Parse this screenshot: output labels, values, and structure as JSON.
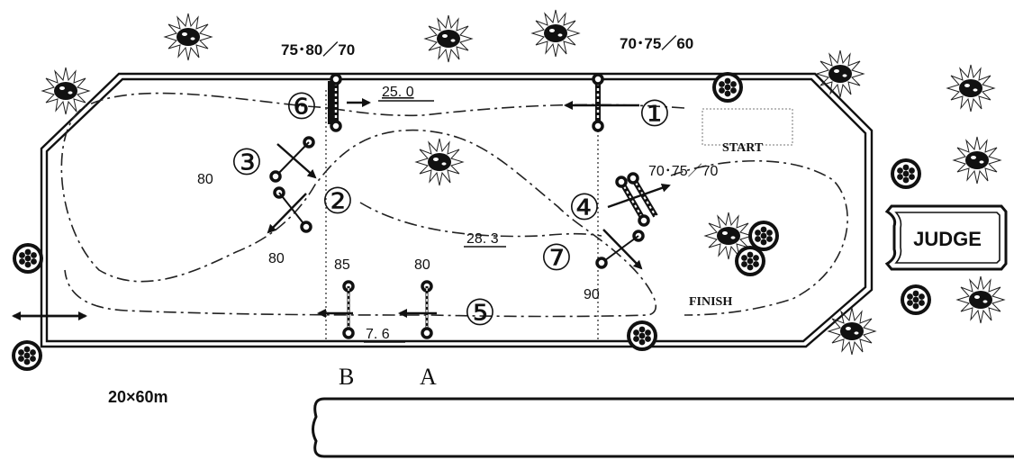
{
  "course": {
    "size_label": "20×60m",
    "start_label": "START",
    "finish_label": "FINISH",
    "judge_label": "JUDGE",
    "line_b_label": "B",
    "line_a_label": "A"
  },
  "heights": {
    "top_left": "75･80／70",
    "top_right": "70･75／60",
    "oxer_4": "70･75／70",
    "fence_3": "80",
    "fence_2": "80",
    "fence_5b": "85",
    "fence_5a": "80",
    "fence_7": "90"
  },
  "distances": {
    "d_6_1": "25. 0",
    "d_4_2": "28. 3",
    "d_b_a": "7. 6"
  },
  "fence_numbers": [
    "①",
    "②",
    "③",
    "④",
    "⑤",
    "⑥",
    "⑦"
  ],
  "icons": {
    "tree": "spiky-tree-icon",
    "flower_pot": "flower-pot-icon",
    "double_arrow": "double-arrow-icon"
  }
}
